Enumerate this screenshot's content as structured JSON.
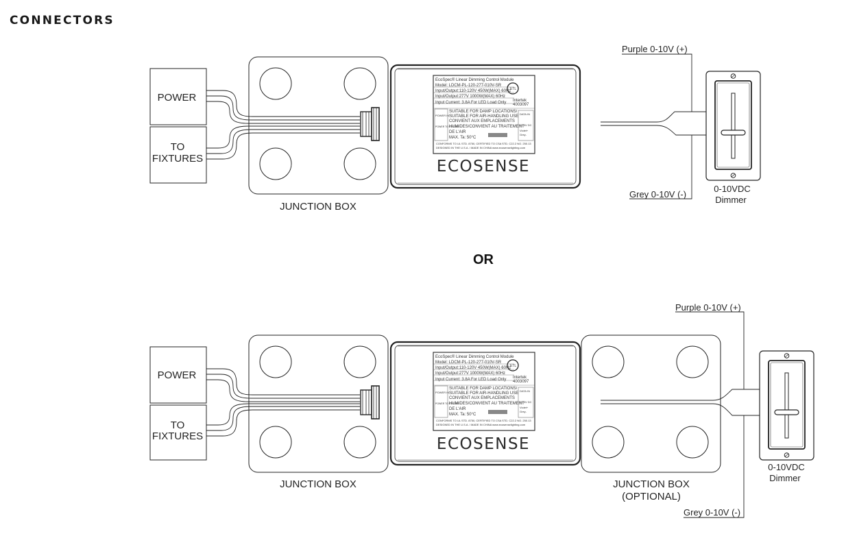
{
  "title": "CONNECTORS",
  "separator": "OR",
  "labels": {
    "power": "POWER",
    "to": "TO",
    "fixtures": "FIXTURES",
    "junction_box": "JUNCTION BOX",
    "junction_box_optional_1": "JUNCTION BOX",
    "junction_box_optional_2": "(OPTIONAL)",
    "purple": "Purple 0-10V (+)",
    "grey": "Grey 0-10V (-)",
    "dimmer_1": "0-10VDC",
    "dimmer_2": "Dimmer",
    "brand": "ECOSENSE"
  },
  "module_label": {
    "l1": "EcoSpec® Linear Dimming Control Module",
    "l2": "Model: LDCM-PL-120-277-010V-SR",
    "l3": "Input/Output:110-120V 450W(MAX) 60Hz",
    "l4": "Input/Output:277V 1000W(MAX) 60Hz",
    "l5": "Input Current: 3.8A    For LED Load Only",
    "l6": "SUITABLE FOR DAMP LOCATIONS/",
    "l7": "SUITABLE FOR AIR-HANDLING USE",
    "l8": "CONVIENT AUX EMPLACEMENTS",
    "l9": "HUMIDES/CONVIENT AU TRAITEMENT",
    "l10": "DE L'AIR",
    "l11": "MAX. Ta: 50°C",
    "l12": "CONFORMS TO UL STD. 8750, CERTIFIED TO CSA STD. C22.2 NO. 250.13",
    "l13": "DESIGNED IN THE U.S.A. / MADE IN CHINA   www.ecosenselighting.com",
    "intertek": "Intertek",
    "intertek_num": "4003097",
    "etl": "ETL",
    "data_in": "DATA IN",
    "power_in": "POWER IN",
    "power_fixture": "POWER TO FIXTURE",
    "vdc": "0-10V DC",
    "violet": "Violet+",
    "grey_minus": "Grey-"
  }
}
